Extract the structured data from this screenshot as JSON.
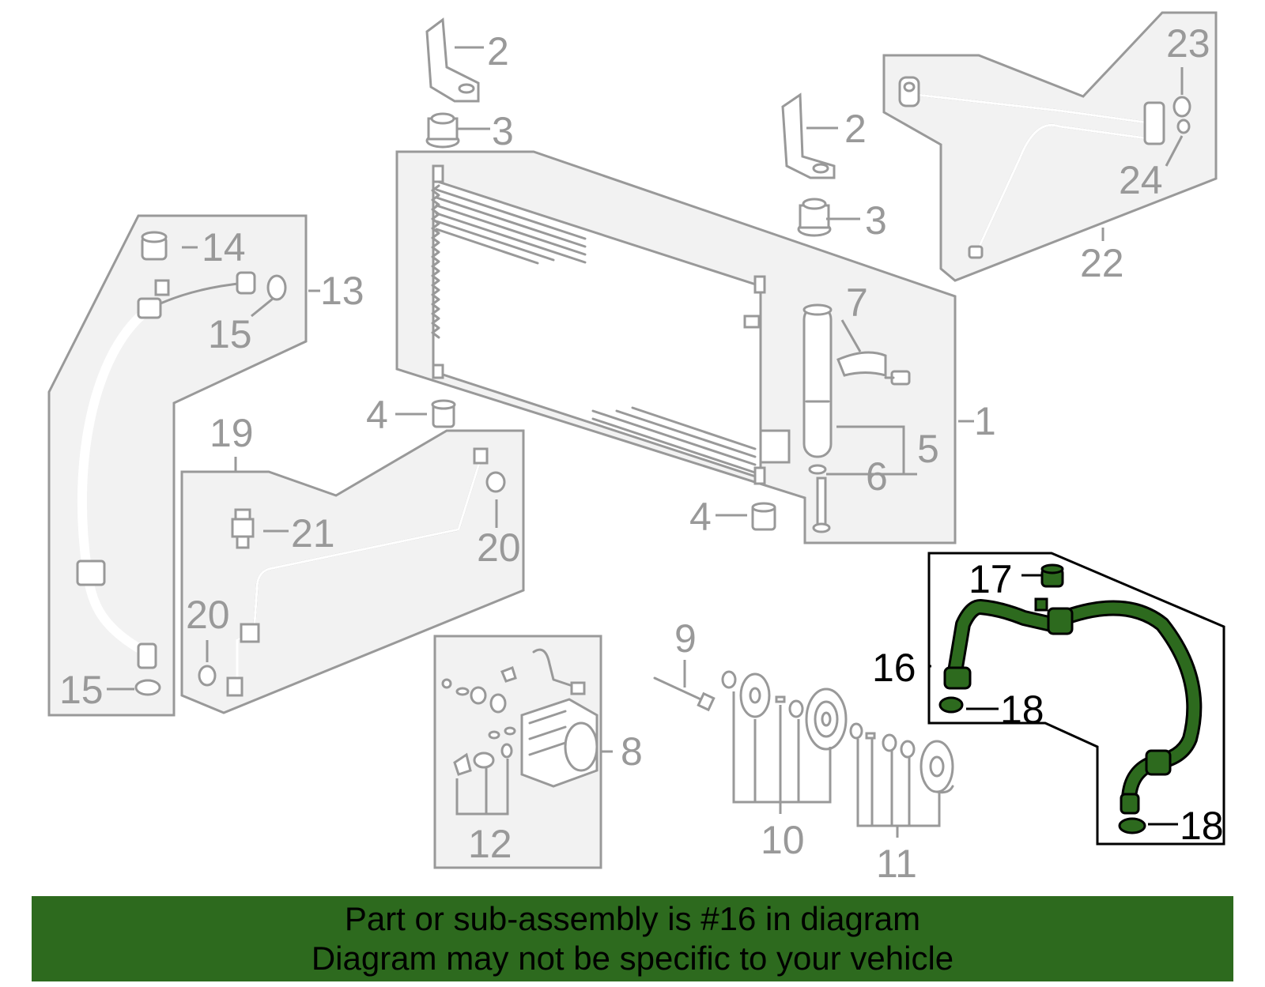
{
  "callouts": {
    "c1": "1",
    "c2a": "2",
    "c2b": "2",
    "c3a": "3",
    "c3b": "3",
    "c4a": "4",
    "c4b": "4",
    "c5": "5",
    "c6": "6",
    "c7": "7",
    "c8": "8",
    "c9": "9",
    "c10": "10",
    "c11": "11",
    "c12": "12",
    "c13": "13",
    "c14": "14",
    "c15a": "15",
    "c15b": "15",
    "c16": "16",
    "c17": "17",
    "c18a": "18",
    "c18b": "18",
    "c19": "19",
    "c20a": "20",
    "c20b": "20",
    "c21": "21",
    "c22": "22",
    "c23": "23",
    "c24": "24"
  },
  "highlight": {
    "part_number": "16",
    "color": "#2d6a1e"
  },
  "banner": {
    "line1": "Part or sub-assembly is #16 in diagram",
    "line2": "Diagram may not be specific to your vehicle",
    "background": "#2d6a1e"
  }
}
